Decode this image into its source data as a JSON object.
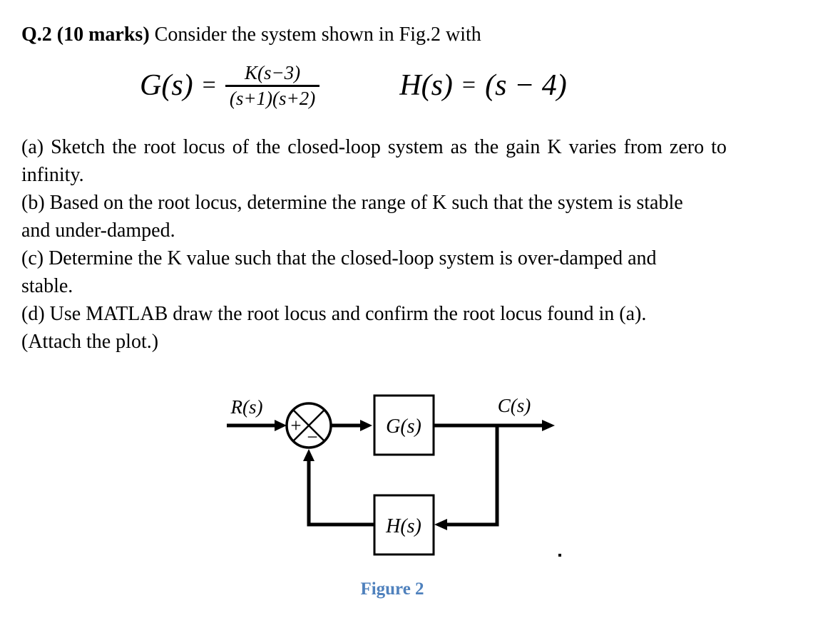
{
  "title": {
    "bold": "Q.2 (10 marks)",
    "rest": " Consider the system shown in Fig.2 with"
  },
  "equations": {
    "g_lhs": "G(s)",
    "g_eq": "=",
    "g_num": "K(s−3)",
    "g_den": "(s+1)(s+2)",
    "h_lhs": "H(s)",
    "h_eq": "=",
    "h_rhs": "(s − 4)"
  },
  "body_lines": [
    "(a) Sketch the root locus of the closed-loop system as the gain K varies from zero to",
    "infinity.",
    "(b) Based on the root locus, determine the range of K such that the system is stable",
    "and under-damped.",
    "(c) Determine the K value such that the closed-loop system is over-damped and",
    "stable.",
    "(d) Use MATLAB draw the root locus and confirm the root locus found in (a).",
    "(Attach the plot.)"
  ],
  "diagram": {
    "input_label": "R(s)",
    "output_label": "C(s)",
    "forward_block_label": "G(s)",
    "feedback_block_label": "H(s)",
    "sum_plus": "+",
    "sum_minus": "−",
    "trailing_period": ".",
    "caption": "Figure 2",
    "caption_color": "#4f81bd",
    "line_color": "#000000"
  }
}
